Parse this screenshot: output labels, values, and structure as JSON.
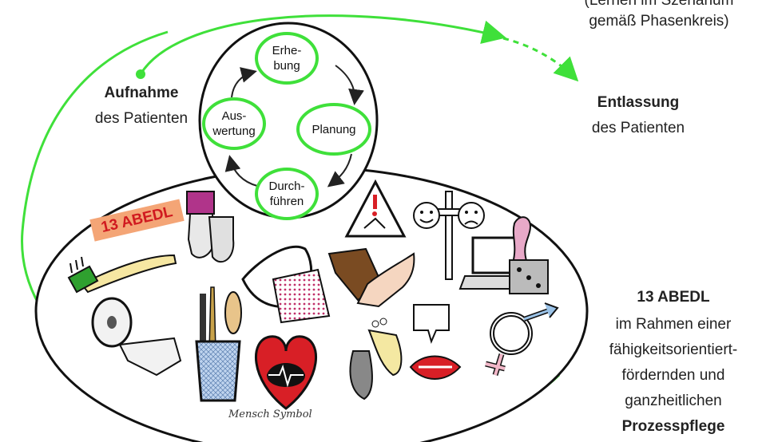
{
  "top_right_note": {
    "line1": "(Lernen im Szenarium",
    "line2": "gemäß Phasenkreis)"
  },
  "admission": {
    "title": "Aufnahme",
    "subtitle": "des Patienten"
  },
  "discharge": {
    "title": "Entlassung",
    "subtitle": "des Patienten"
  },
  "phase_cycle": {
    "nodes": [
      {
        "line1": "Erhe-",
        "line2": "bung"
      },
      {
        "line1": "Planung",
        "line2": ""
      },
      {
        "line1": "Durch-",
        "line2": "führen"
      },
      {
        "line1": "Aus-",
        "line2": "wertung"
      }
    ]
  },
  "abedl_badge": "13 ABEDL",
  "right_panel": {
    "title": "13 ABEDL",
    "lines": [
      "im Rahmen einer",
      "fähigkeitsorientiert-",
      "fördernden und",
      "ganzheitlichen"
    ],
    "bold_last": "Prozesspflege"
  },
  "signature": "Mensch Symbol",
  "icons": [
    "toothbrush-icon",
    "socks-icon",
    "pillow-icon",
    "handshake-icon",
    "warning-sign-icon",
    "mood-faces-icon",
    "laptop-icon",
    "chess-piece-icon",
    "dice-icon",
    "toilet-paper-icon",
    "cutlery-cup-icon",
    "heart-icon",
    "footprint-icon",
    "speech-bubble-icon",
    "lips-icon",
    "gender-symbol-icon"
  ],
  "colors": {
    "accent_green": "#3fe03a",
    "badge_bg": "#f4a576",
    "badge_text": "#d0191f",
    "heart_red": "#d81f26"
  }
}
